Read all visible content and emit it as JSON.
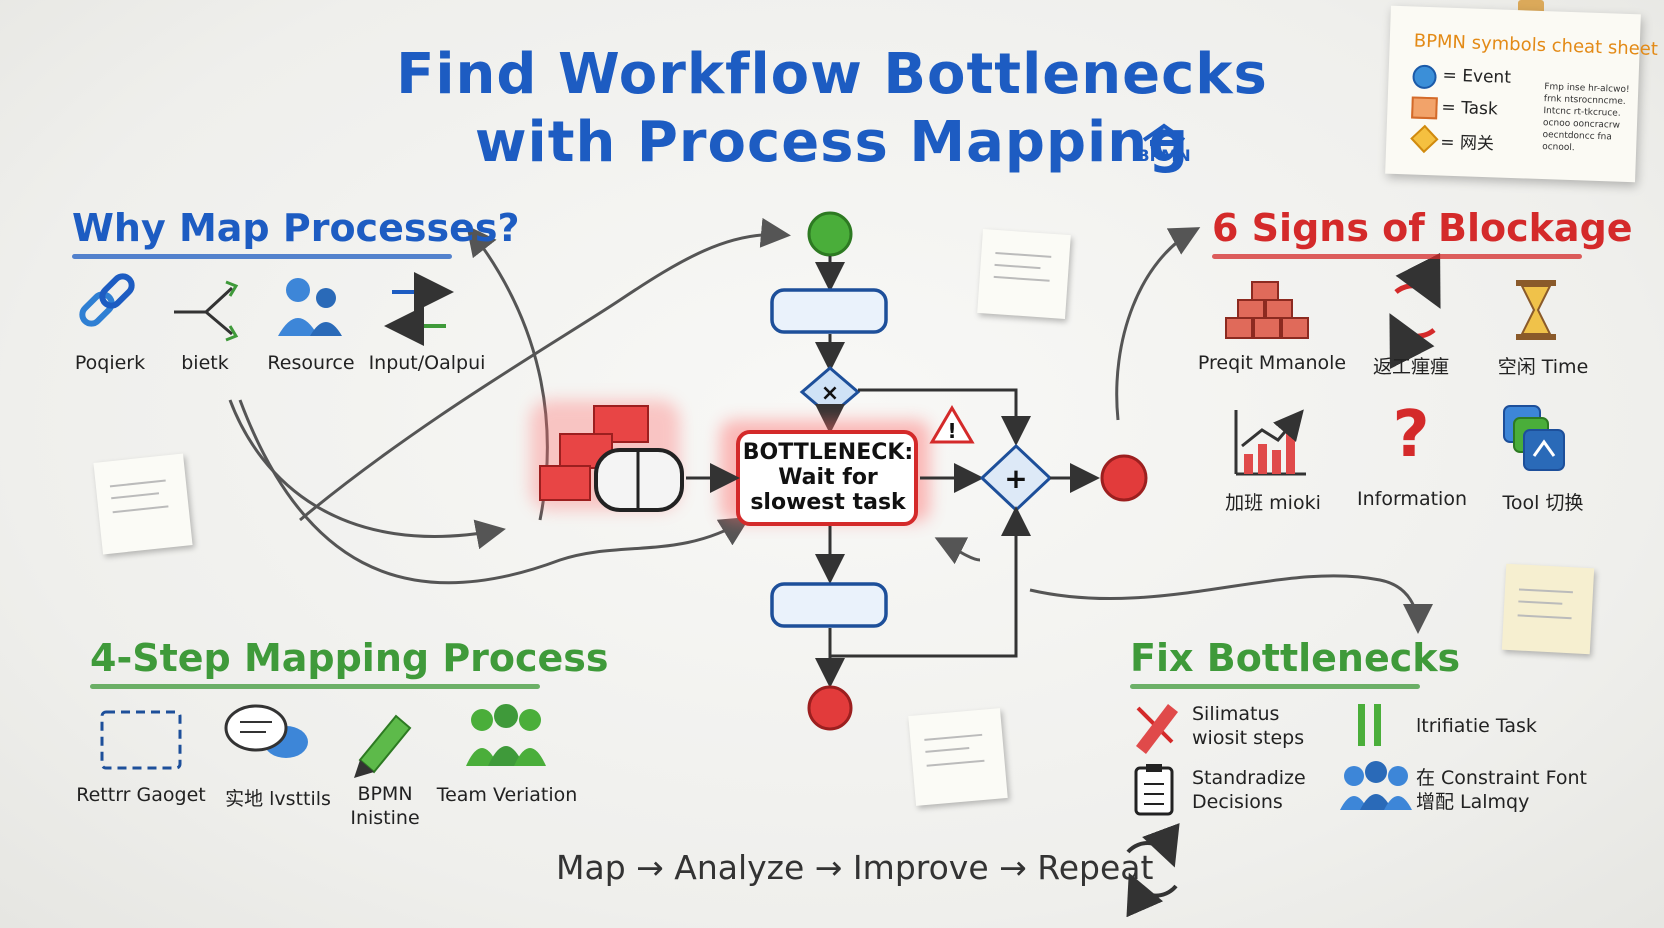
{
  "title": {
    "line1": "Find Workflow Bottlenecks",
    "line2": "with Process Mapping",
    "badge": "BPMN"
  },
  "cheat_sheet": {
    "heading": "BPMN symbols cheat sheet",
    "items": [
      {
        "icon": "circle-event-icon",
        "label": "= Event"
      },
      {
        "icon": "square-task-icon",
        "label": "= Task"
      },
      {
        "icon": "diamond-gateway-icon",
        "label": "= 网关"
      }
    ],
    "fine_print": "Fmp inse hr-alcwo! frnk ntsrocnncme. Intcnc rt-tkcruce. ocnoo ooncracrw oecntdoncc fna ocnool."
  },
  "why": {
    "title": "Why Map Processes?",
    "items": [
      {
        "icon": "chain-link-icon",
        "label": "Poqierk"
      },
      {
        "icon": "branch-arrow-icon",
        "label": "bietk"
      },
      {
        "icon": "people-icon",
        "label": "Resource"
      },
      {
        "icon": "swap-arrows-icon",
        "label": "Input/Oalpui"
      }
    ]
  },
  "signs": {
    "title": "6 Signs of Blockage",
    "items": [
      {
        "icon": "stacked-boxes-icon",
        "label": "Preqit Mmanole"
      },
      {
        "icon": "rework-cycle-icon",
        "label": "返工㾖㾖"
      },
      {
        "icon": "hourglass-icon",
        "label": "空闲 Time"
      },
      {
        "icon": "bar-chart-icon",
        "label": "加班 mioki"
      },
      {
        "icon": "question-mark-icon",
        "label": "Information"
      },
      {
        "icon": "tool-switch-icon",
        "label": "Tool 切换"
      }
    ]
  },
  "mapping": {
    "title": "4-Step Mapping Process",
    "items": [
      {
        "icon": "dashed-box-icon",
        "label": "Rettrr Gaoget"
      },
      {
        "icon": "speech-bubbles-icon",
        "label": "实地 lvsttils"
      },
      {
        "icon": "pencil-icon",
        "label": "BPMN Inistine"
      },
      {
        "icon": "team-icon",
        "label": "Team Veriation"
      }
    ]
  },
  "fix": {
    "title": "Fix Bottlenecks",
    "items": [
      {
        "icon": "cut-icon",
        "label": "Silimatus wiosit steps"
      },
      {
        "icon": "parallel-icon",
        "label": "ltrifiatie Task"
      },
      {
        "icon": "checklist-icon",
        "label": "Standradize Decisions"
      },
      {
        "icon": "people-icon",
        "label": "在 Constraint Font 增配 Lalmqy"
      }
    ]
  },
  "flow": {
    "bottleneck_label": "BOTTLENECK: Wait for slowest task",
    "gateway_x": "×",
    "gateway_plus": "+",
    "warning": "!"
  },
  "bottom": {
    "cycle": "Map → Analyze → Improve → Repeat"
  },
  "colors": {
    "blue": "#1d5cc2",
    "red": "#d42a2a",
    "green": "#3f9a3a",
    "orange": "#e38a16"
  }
}
